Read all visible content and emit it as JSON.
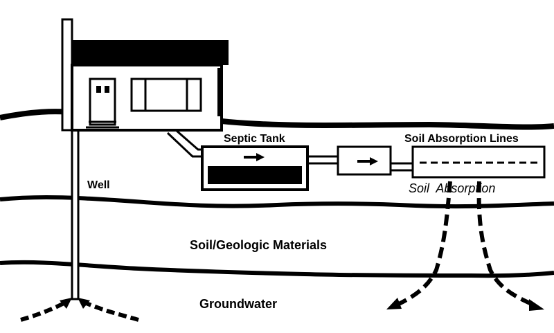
{
  "labels": {
    "septic_tank": "Septic Tank",
    "soil_absorption_lines": "Soil Absorption Lines",
    "well": "Well",
    "soil_absorption": "Soil  Absorption",
    "soil_geologic_materials": "Soil/Geologic Materials",
    "groundwater": "Groundwater"
  },
  "colors": {
    "ink": "#000000",
    "background": "#ffffff"
  },
  "icons": [
    "house-icon",
    "flow-arrow-icon",
    "dashed-flow-arrow-icon"
  ]
}
